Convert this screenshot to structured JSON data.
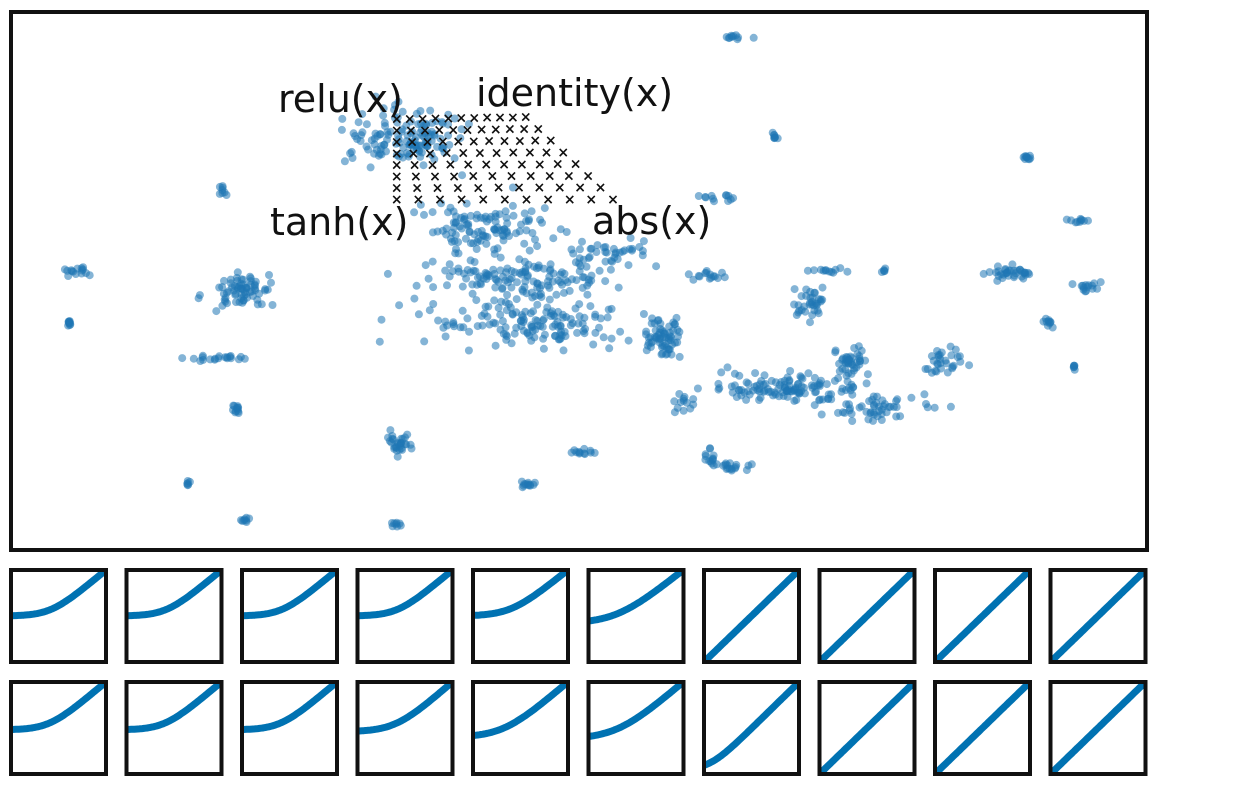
{
  "chart_data": {
    "type": "scatter",
    "title": "",
    "xlabel": "",
    "ylabel": "",
    "xlim": [
      0,
      100
    ],
    "ylim": [
      0,
      50
    ],
    "grid": false,
    "point_color": "#1f77b4",
    "grid_mark_color": "#111111",
    "curve_color": "#0072b2",
    "corner_labels": {
      "top_left": "relu(x)",
      "top_right": "identity(x)",
      "bottom_left": "tanh(x)",
      "bottom_right": "abs(x)"
    },
    "interpolation_grid": {
      "marker": "×",
      "rows": 8,
      "cols": 11,
      "corners": {
        "top_left": [
          33.9,
          40.1
        ],
        "top_right": [
          45.3,
          40.3
        ],
        "bottom_left": [
          33.9,
          32.6
        ],
        "bottom_right": [
          53.0,
          32.6
        ]
      }
    },
    "clusters": [
      {
        "center": [
          34.5,
          38.5
        ],
        "spread": [
          5.0,
          2.5
        ],
        "n": 140
      },
      {
        "center": [
          42.0,
          30.0
        ],
        "spread": [
          5.5,
          2.2
        ],
        "n": 110
      },
      {
        "center": [
          44.0,
          25.5
        ],
        "spread": [
          7.5,
          1.8
        ],
        "n": 130
      },
      {
        "center": [
          46.0,
          21.0
        ],
        "spread": [
          9.5,
          2.0
        ],
        "n": 150
      },
      {
        "center": [
          57.5,
          19.5
        ],
        "spread": [
          1.8,
          1.5
        ],
        "n": 60
      },
      {
        "center": [
          53.0,
          27.5
        ],
        "spread": [
          3.5,
          1.2
        ],
        "n": 40
      },
      {
        "center": [
          20.5,
          24.0
        ],
        "spread": [
          2.8,
          1.5
        ],
        "n": 70
      },
      {
        "center": [
          17.5,
          17.8
        ],
        "spread": [
          2.2,
          0.3
        ],
        "n": 20
      },
      {
        "center": [
          5.5,
          26.0
        ],
        "spread": [
          1.2,
          0.4
        ],
        "n": 15
      },
      {
        "center": [
          5.0,
          21.0
        ],
        "spread": [
          0.2,
          0.3
        ],
        "n": 10
      },
      {
        "center": [
          18.5,
          33.5
        ],
        "spread": [
          0.3,
          0.5
        ],
        "n": 8
      },
      {
        "center": [
          19.8,
          13.0
        ],
        "spread": [
          0.5,
          0.4
        ],
        "n": 12
      },
      {
        "center": [
          15.5,
          6.0
        ],
        "spread": [
          0.1,
          0.3
        ],
        "n": 6
      },
      {
        "center": [
          20.5,
          2.6
        ],
        "spread": [
          0.4,
          0.2
        ],
        "n": 8
      },
      {
        "center": [
          34.0,
          9.8
        ],
        "spread": [
          1.0,
          0.8
        ],
        "n": 30
      },
      {
        "center": [
          33.8,
          2.3
        ],
        "spread": [
          0.5,
          0.2
        ],
        "n": 8
      },
      {
        "center": [
          45.5,
          6.0
        ],
        "spread": [
          1.0,
          0.2
        ],
        "n": 12
      },
      {
        "center": [
          50.5,
          9.0
        ],
        "spread": [
          1.0,
          0.2
        ],
        "n": 12
      },
      {
        "center": [
          64.0,
          47.8
        ],
        "spread": [
          1.2,
          0.2
        ],
        "n": 10
      },
      {
        "center": [
          67.3,
          38.5
        ],
        "spread": [
          0.3,
          0.5
        ],
        "n": 8
      },
      {
        "center": [
          62.5,
          32.8
        ],
        "spread": [
          1.5,
          0.4
        ],
        "n": 12
      },
      {
        "center": [
          61.5,
          25.5
        ],
        "spread": [
          1.8,
          0.3
        ],
        "n": 15
      },
      {
        "center": [
          70.5,
          22.8
        ],
        "spread": [
          1.2,
          1.5
        ],
        "n": 35
      },
      {
        "center": [
          67.8,
          15.0
        ],
        "spread": [
          6.0,
          1.2
        ],
        "n": 120
      },
      {
        "center": [
          74.0,
          17.5
        ],
        "spread": [
          1.3,
          1.0
        ],
        "n": 40
      },
      {
        "center": [
          76.0,
          13.0
        ],
        "spread": [
          4.5,
          1.5
        ],
        "n": 55
      },
      {
        "center": [
          82.5,
          17.5
        ],
        "spread": [
          1.5,
          1.2
        ],
        "n": 30
      },
      {
        "center": [
          59.5,
          13.5
        ],
        "spread": [
          1.2,
          0.9
        ],
        "n": 12
      },
      {
        "center": [
          61.5,
          8.5
        ],
        "spread": [
          0.4,
          0.7
        ],
        "n": 12
      },
      {
        "center": [
          63.5,
          7.5
        ],
        "spread": [
          1.5,
          0.5
        ],
        "n": 18
      },
      {
        "center": [
          72.0,
          26.0
        ],
        "spread": [
          1.4,
          0.2
        ],
        "n": 12
      },
      {
        "center": [
          77.0,
          26.0
        ],
        "spread": [
          0.2,
          0.2
        ],
        "n": 5
      },
      {
        "center": [
          88.0,
          25.8
        ],
        "spread": [
          2.0,
          0.5
        ],
        "n": 35
      },
      {
        "center": [
          89.5,
          36.5
        ],
        "spread": [
          0.4,
          0.3
        ],
        "n": 10
      },
      {
        "center": [
          94.0,
          30.6
        ],
        "spread": [
          0.8,
          0.2
        ],
        "n": 10
      },
      {
        "center": [
          95.0,
          24.5
        ],
        "spread": [
          1.2,
          0.6
        ],
        "n": 15
      },
      {
        "center": [
          91.5,
          21.0
        ],
        "spread": [
          0.4,
          0.8
        ],
        "n": 10
      },
      {
        "center": [
          93.8,
          17.0
        ],
        "spread": [
          0.2,
          0.3
        ],
        "n": 6
      }
    ],
    "curve_grid": {
      "rows": 2,
      "cols": 10,
      "axis": [
        0,
        1
      ],
      "curves": [
        [
          {
            "shape": "softplus",
            "floor": 0.5,
            "knee": 0.42,
            "sharp": 0.12
          },
          {
            "shape": "softplus",
            "floor": 0.5,
            "knee": 0.42,
            "sharp": 0.12
          },
          {
            "shape": "softplus",
            "floor": 0.5,
            "knee": 0.42,
            "sharp": 0.12
          },
          {
            "shape": "softplus",
            "floor": 0.5,
            "knee": 0.42,
            "sharp": 0.12
          },
          {
            "shape": "softplus",
            "floor": 0.5,
            "knee": 0.4,
            "sharp": 0.14
          },
          {
            "shape": "softplus",
            "floor": 0.42,
            "knee": 0.3,
            "sharp": 0.18
          },
          {
            "shape": "linear"
          },
          {
            "shape": "linear"
          },
          {
            "shape": "linear"
          },
          {
            "shape": "linear"
          }
        ],
        [
          {
            "shape": "softplus",
            "floor": 0.48,
            "knee": 0.4,
            "sharp": 0.12
          },
          {
            "shape": "softplus",
            "floor": 0.48,
            "knee": 0.4,
            "sharp": 0.12
          },
          {
            "shape": "softplus",
            "floor": 0.48,
            "knee": 0.4,
            "sharp": 0.12
          },
          {
            "shape": "softplus",
            "floor": 0.46,
            "knee": 0.4,
            "sharp": 0.14
          },
          {
            "shape": "softplus",
            "floor": 0.4,
            "knee": 0.32,
            "sharp": 0.16
          },
          {
            "shape": "softplus",
            "floor": 0.38,
            "knee": 0.3,
            "sharp": 0.18
          },
          {
            "shape": "softplus",
            "floor": 0.05,
            "knee": 0.06,
            "sharp": 0.1
          },
          {
            "shape": "linear"
          },
          {
            "shape": "linear"
          },
          {
            "shape": "linear"
          }
        ]
      ]
    }
  }
}
